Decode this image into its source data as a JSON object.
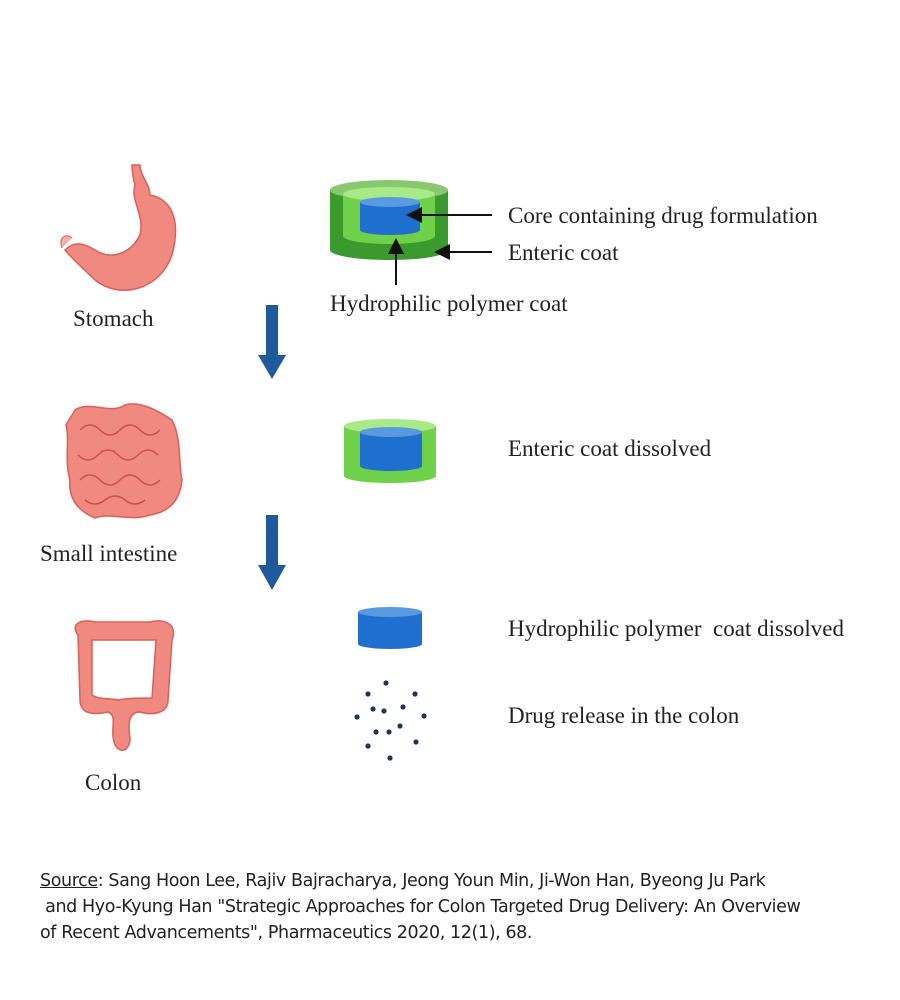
{
  "organs": {
    "stomach": "Stomach",
    "small_intestine": "Small intestine",
    "colon": "Colon"
  },
  "labels": {
    "core": "Core containing drug formulation",
    "enteric_coat": "Enteric coat",
    "hydrophilic_coat": "Hydrophilic polymer coat",
    "enteric_dissolved": "Enteric coat dissolved",
    "hydrophilic_dissolved": "Hydrophilic polymer  coat dissolved",
    "drug_release": "Drug release in the colon"
  },
  "source": {
    "prefix": "Source",
    "line1": ": Sang Hoon Lee, Rajiv Bajracharya, Jeong Youn Min, Ji-Won Han, Byeong Ju Park",
    "line2": " and Hyo-Kyung Han \"Strategic Approaches for Colon Targeted Drug Delivery: An Overview",
    "line3": "of Recent Advancements\", Pharmaceutics 2020, 12(1), 68."
  },
  "colors": {
    "enteric_coat": "#3a9a2e",
    "hydrophilic_coat": "#7ee05a",
    "core": "#1f6fcf",
    "arrow": "#1f5a9c",
    "organ": "#f08a80"
  }
}
